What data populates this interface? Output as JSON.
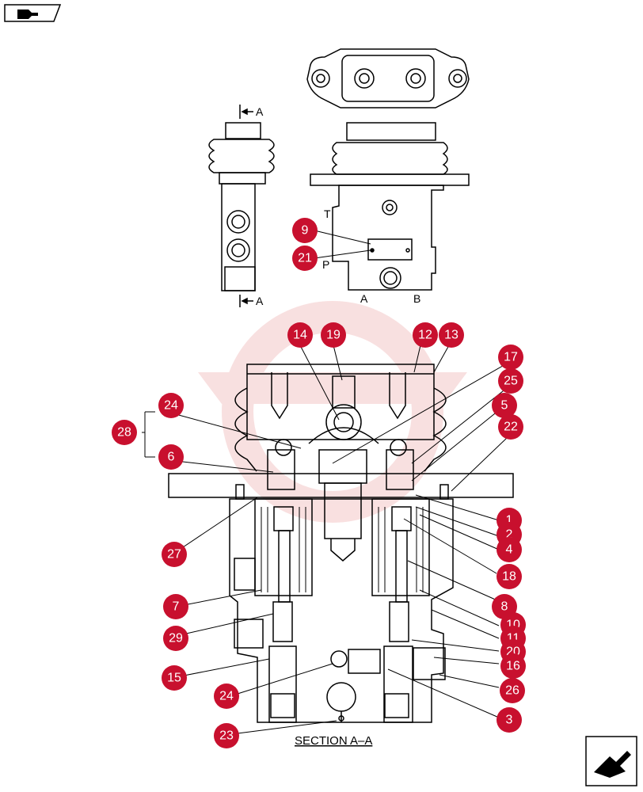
{
  "colors": {
    "callout": "#c8102e",
    "callout_text": "#ffffff",
    "line": "#000000",
    "watermark": "#f4c7c7"
  },
  "icons": {
    "top_left": "back-arrow-icon",
    "bottom_right": "next-page-arrow-icon"
  },
  "section_marks": {
    "top": "A",
    "bottom": "A"
  },
  "port_labels": {
    "t": "T",
    "p": "P",
    "a": "A",
    "b": "B"
  },
  "section_title": "SECTION A–A",
  "callouts": [
    {
      "label": "9"
    },
    {
      "label": "21"
    },
    {
      "label": "14"
    },
    {
      "label": "19"
    },
    {
      "label": "12"
    },
    {
      "label": "13"
    },
    {
      "label": "17"
    },
    {
      "label": "25"
    },
    {
      "label": "24"
    },
    {
      "label": "28"
    },
    {
      "label": "6"
    },
    {
      "label": "5"
    },
    {
      "label": "22"
    },
    {
      "label": "1"
    },
    {
      "label": "2"
    },
    {
      "label": "4"
    },
    {
      "label": "27"
    },
    {
      "label": "18"
    },
    {
      "label": "7"
    },
    {
      "label": "8"
    },
    {
      "label": "10"
    },
    {
      "label": "29"
    },
    {
      "label": "11"
    },
    {
      "label": "20"
    },
    {
      "label": "16"
    },
    {
      "label": "15"
    },
    {
      "label": "26"
    },
    {
      "label": "24"
    },
    {
      "label": "3"
    },
    {
      "label": "23"
    }
  ]
}
